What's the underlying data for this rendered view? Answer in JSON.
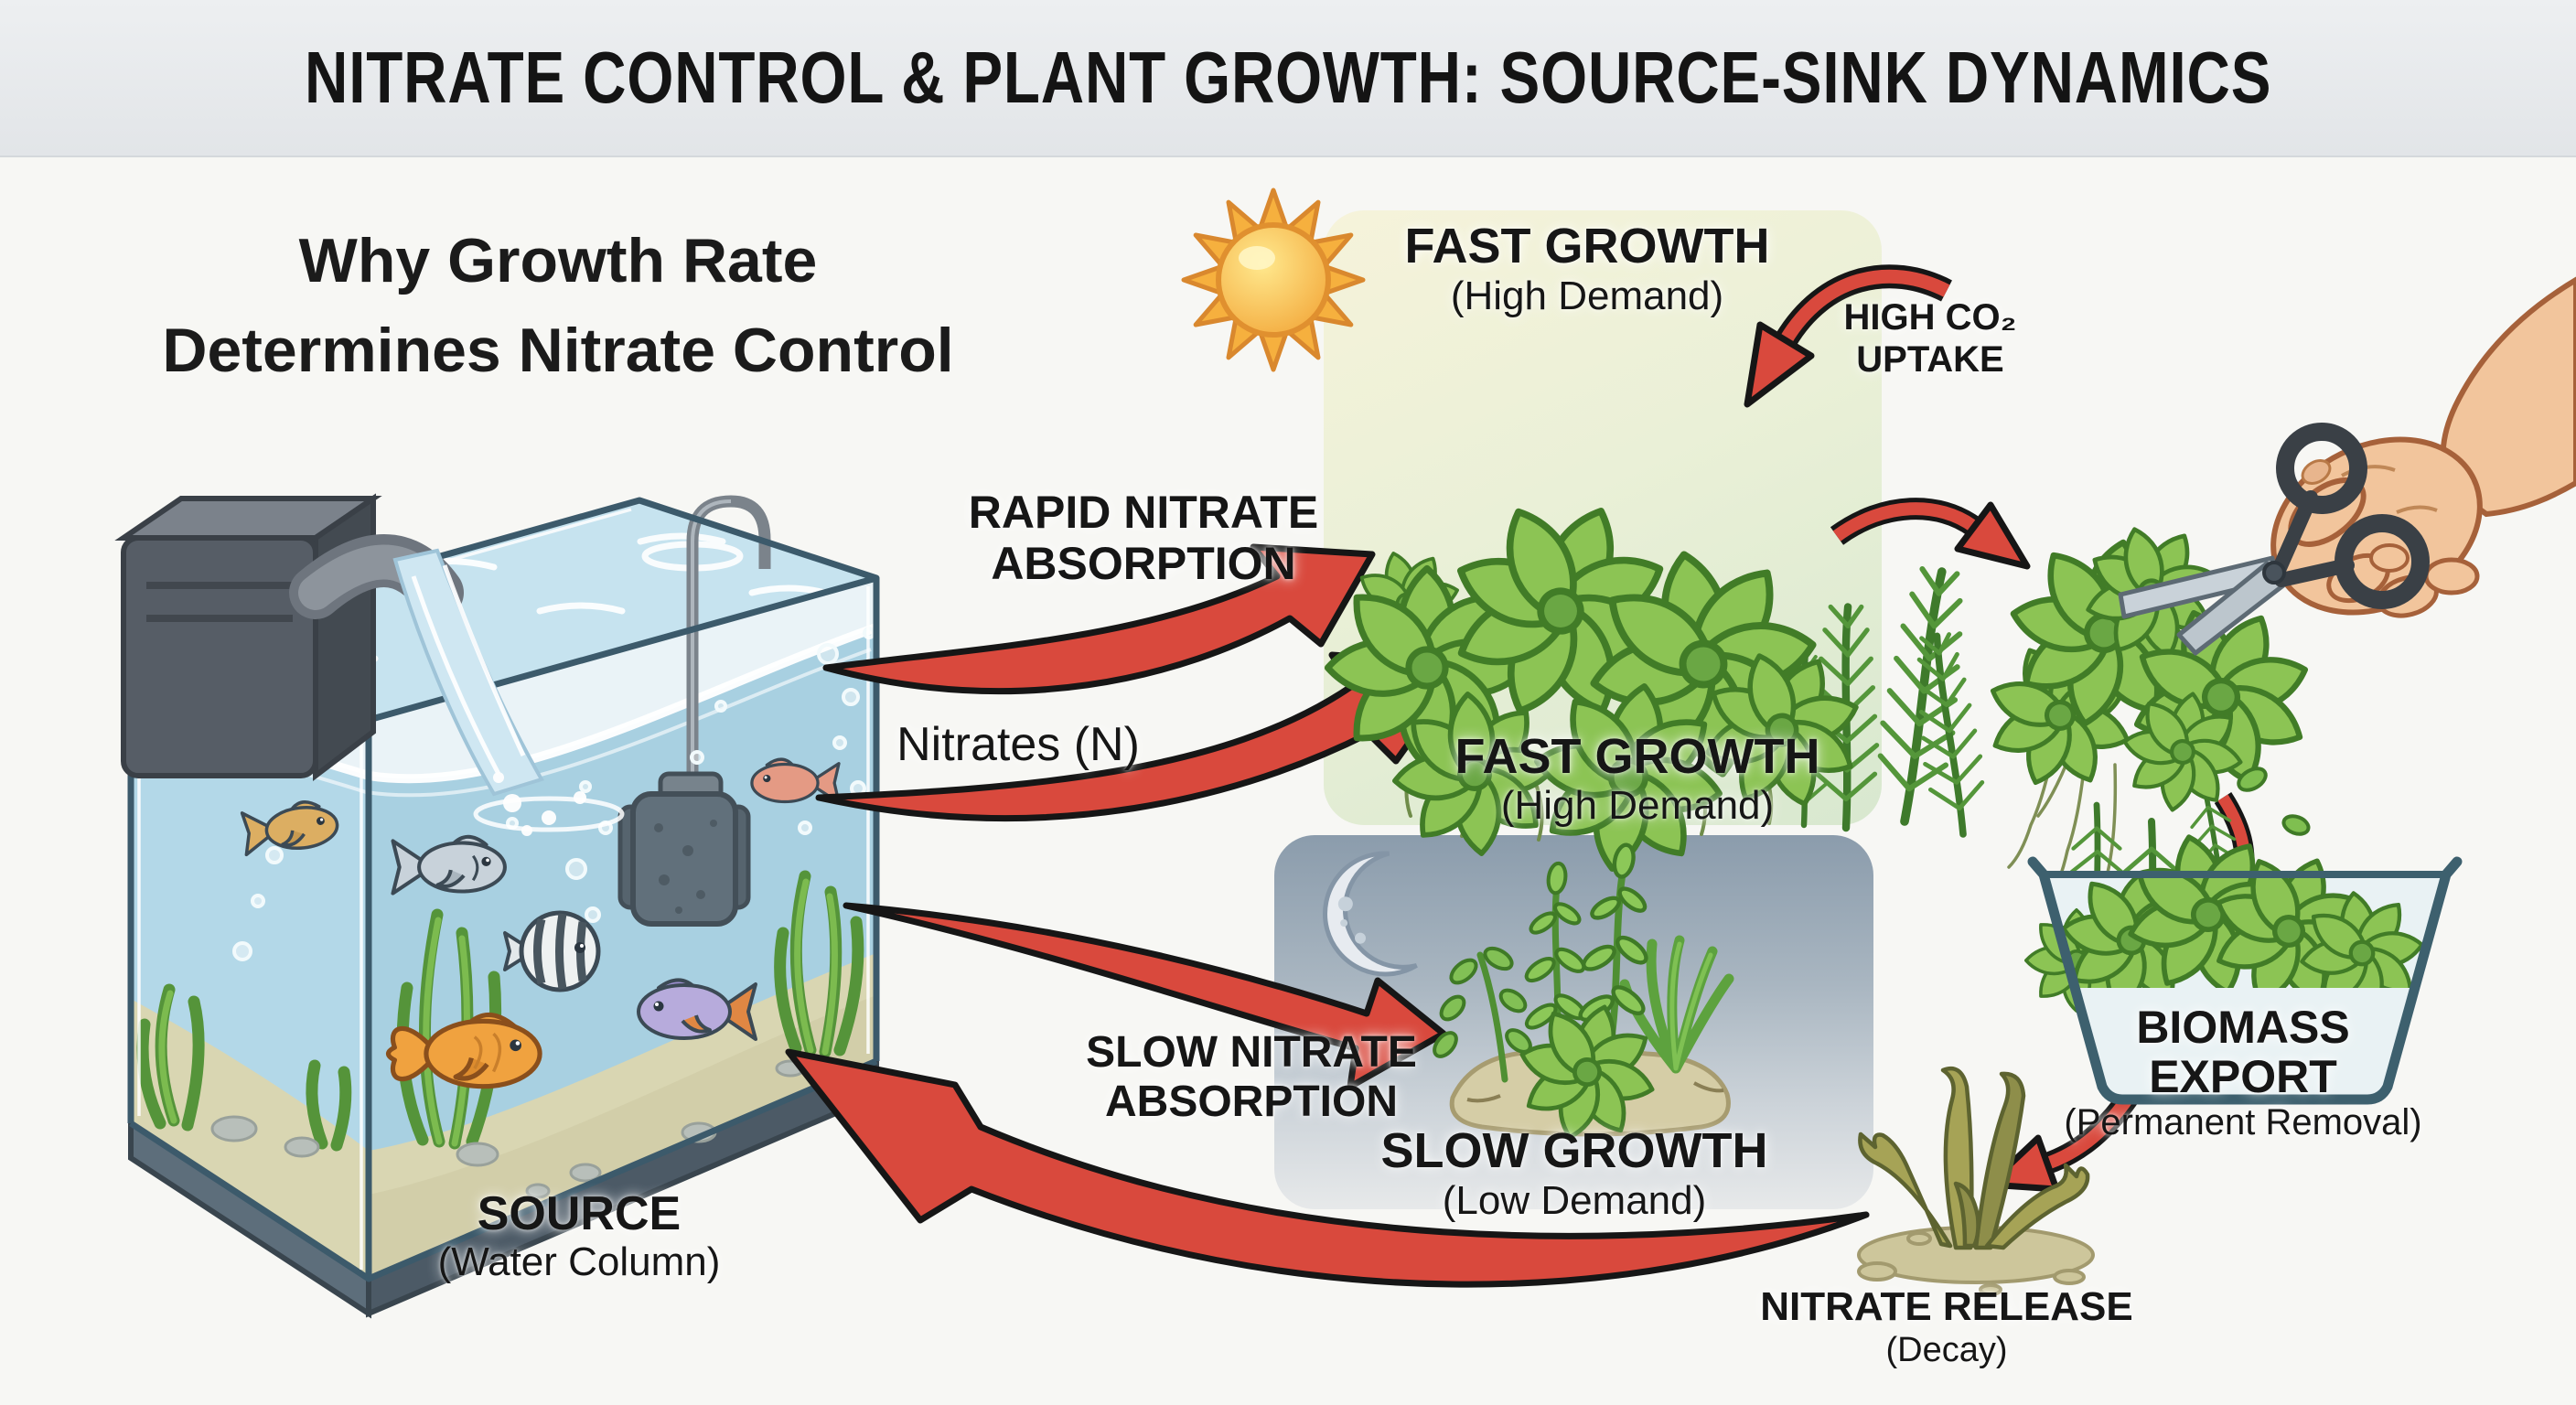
{
  "title": "NITRATE CONTROL & PLANT GROWTH: SOURCE-SINK DYNAMICS",
  "heading": {
    "line1": "Why Growth Rate",
    "line2": "Determines Nitrate Control"
  },
  "source_label": {
    "title": "SOURCE",
    "subtitle": "(Water Column)"
  },
  "flow_labels": {
    "nitrates": "Nitrates (N)",
    "rapid_absorption": {
      "line1": "RAPID NITRATE",
      "line2": "ABSORPTION"
    },
    "slow_absorption": {
      "line1": "SLOW NITRATE",
      "line2": "ABSORPTION"
    },
    "co2_uptake": {
      "line1": "HIGH CO₂",
      "line2": "UPTAKE"
    }
  },
  "panels": {
    "fast": {
      "icon": "sun-icon",
      "top_label": {
        "title": "FAST GROWTH",
        "subtitle": "(High Demand)"
      },
      "bottom_label": {
        "title": "FAST GROWTH",
        "subtitle": "(High Demand)"
      }
    },
    "slow": {
      "icon": "moon-icon",
      "label": {
        "title": "SLOW GROWTH",
        "subtitle": "(Low Demand)"
      }
    }
  },
  "sink_labels": {
    "biomass_export": {
      "title": "BIOMASS EXPORT",
      "subtitle": "(Permanent Removal)"
    },
    "nitrate_release": {
      "title": "NITRATE RELEASE",
      "subtitle": "(Decay)"
    }
  },
  "icons": {
    "sun-icon": "sun",
    "moon-icon": "crescent-moon",
    "aquarium-icon": "fish-tank",
    "filter-icon": "hang-on-back-filter",
    "heater-icon": "sponge-filter",
    "scissors-icon": "scissors",
    "hand-icon": "hand-arm",
    "biomass-container-icon": "tub-with-plants",
    "decay-plant-icon": "wilted-plant"
  },
  "colors": {
    "background": "#f7f7f4",
    "banner": "#e8ebee",
    "arrow_red": "#d9493d",
    "arrow_outline": "#161616",
    "fast_panel_top": "#f6f3da",
    "fast_panel_bottom": "#d8e8cf",
    "slow_panel_top": "#8b9cac",
    "slow_panel_bottom": "#e7e9ea",
    "plant_green": "#8cc454",
    "plant_outline": "#417c27",
    "decay_olive": "#a6a356",
    "water_blue": "#aed3e4",
    "glass_outline": "#3c5a6b",
    "sand": "#d9d6b2",
    "skin": "#f2c59c"
  }
}
